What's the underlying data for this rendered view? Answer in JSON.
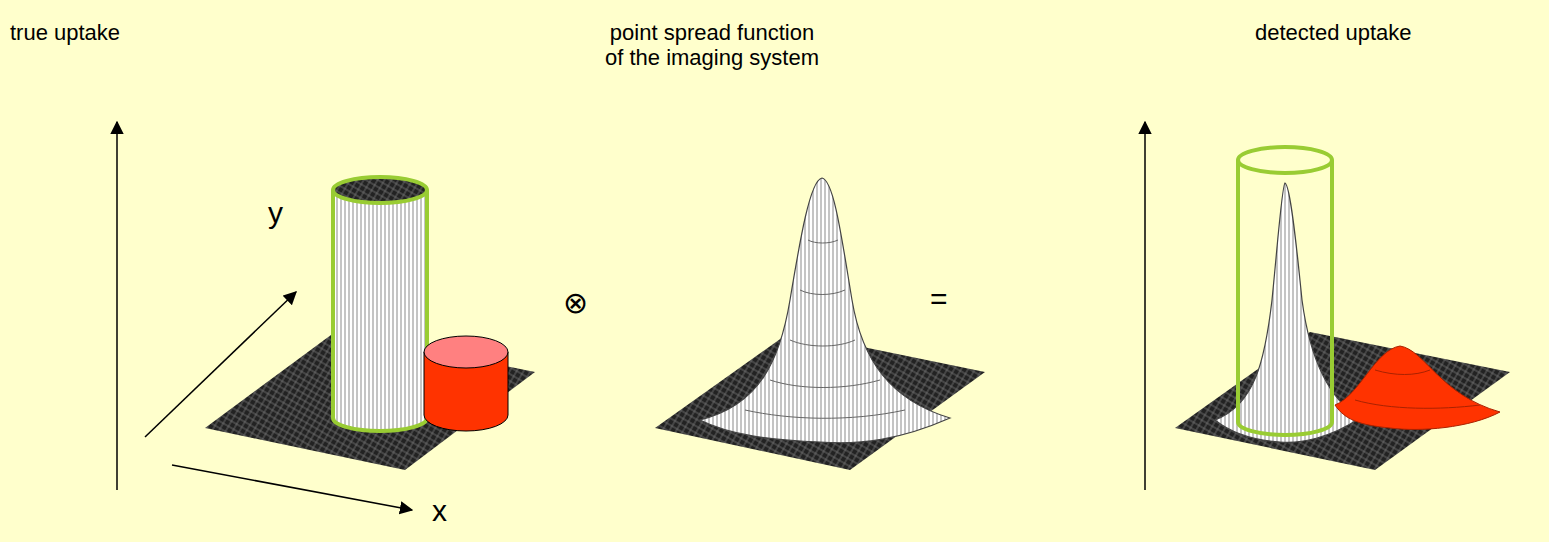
{
  "diagram": {
    "labels": [
      "true uptake",
      "point spread function of the imaging system",
      "detected uptake",
      "y",
      "x",
      "⊗",
      "="
    ]
  }
}
